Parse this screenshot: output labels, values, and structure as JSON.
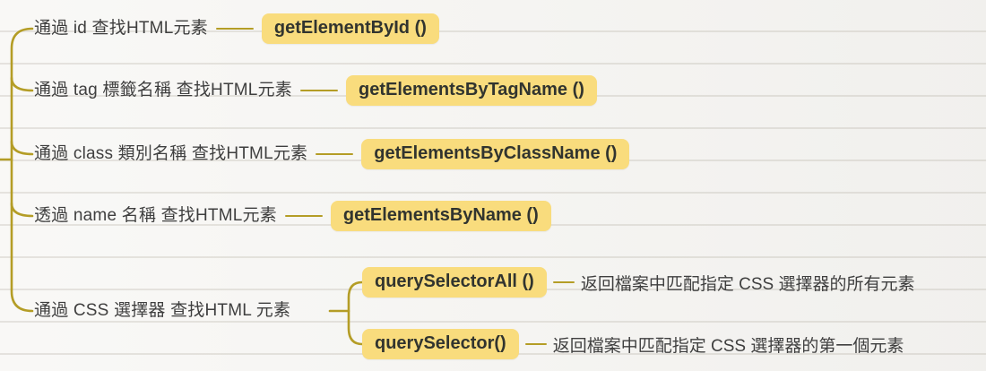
{
  "app": {
    "type": "mind-map-branch",
    "topic_theme": "finding HTML elements in the DOM"
  },
  "colors": {
    "background": "#f6f5f2",
    "branch_line": "#b49d26",
    "node_fill": "#f9dc7d",
    "node_text": "#31342f",
    "label_text": "#3f3f3f"
  },
  "tree": {
    "branches": [
      {
        "label": "通過 id 查找HTML元素",
        "node": "getElementById ()"
      },
      {
        "label": "通過 tag 標籤名稱 查找HTML元素",
        "node": "getElementsByTagName ()"
      },
      {
        "label": "通過 class 類別名稱 查找HTML元素",
        "node": "getElementsByClassName ()"
      },
      {
        "label": "透過 name 名稱 查找HTML元素",
        "node": "getElementsByName ()"
      },
      {
        "label": "通過 CSS 選擇器 查找HTML 元素",
        "children": [
          {
            "node": "querySelectorAll ()",
            "description": "返回檔案中匹配指定 CSS 選擇器的所有元素"
          },
          {
            "node": "querySelector()",
            "description": "返回檔案中匹配指定 CSS 選擇器的第一個元素"
          }
        ]
      }
    ]
  }
}
